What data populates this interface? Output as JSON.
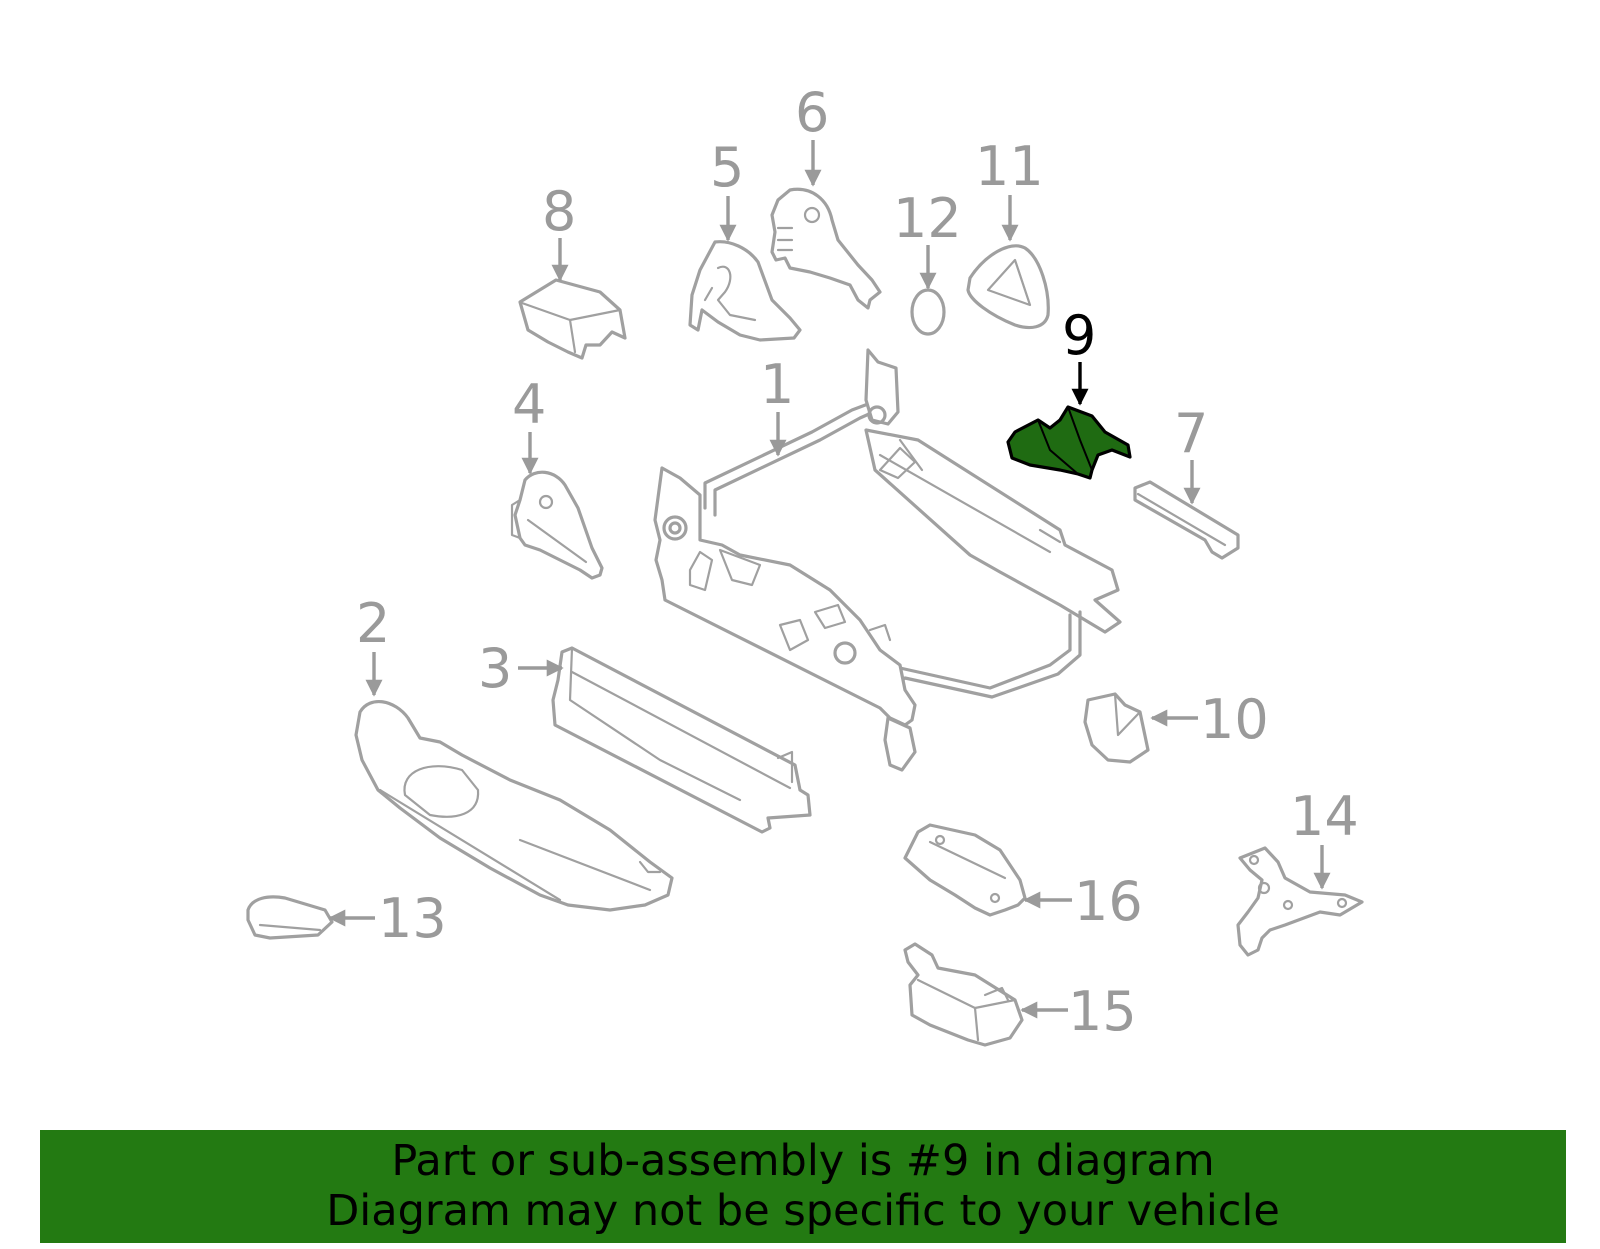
{
  "selected_part": "9",
  "colors": {
    "highlight": "#1f6b12",
    "banner": "#237a12",
    "part_outline": "#a0a0a0"
  },
  "callouts": {
    "c1": "1",
    "c2": "2",
    "c3": "3",
    "c4": "4",
    "c5": "5",
    "c6": "6",
    "c7": "7",
    "c8": "8",
    "c9": "9",
    "c10": "10",
    "c11": "11",
    "c12": "12",
    "c13": "13",
    "c14": "14",
    "c15": "15",
    "c16": "16"
  },
  "banner": {
    "line1": "Part or sub-assembly is #9 in diagram",
    "line2": "Diagram may not be specific to your vehicle"
  }
}
